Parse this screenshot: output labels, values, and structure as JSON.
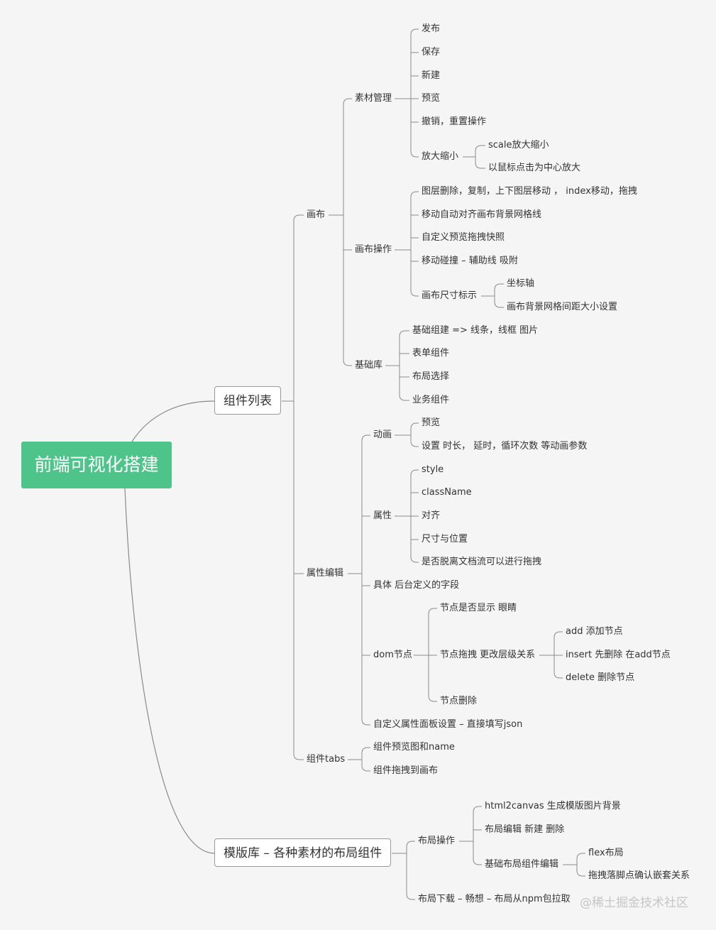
{
  "root": "前端可视化搭建",
  "branches": {
    "components": "组件列表",
    "templates": "模版库 – 各种素材的布局组件"
  },
  "canvas": {
    "label": "画布",
    "material": {
      "label": "素材管理",
      "items": [
        "发布",
        "保存",
        "新建",
        "预览",
        "撤销，重置操作"
      ],
      "zoom": {
        "label": "放大缩小",
        "items": [
          "scale放大缩小",
          "以鼠标点击为中心放大"
        ]
      }
    },
    "ops": {
      "label": "画布操作",
      "items": [
        "图层删除，复制，上下图层移动 ， index移动，拖拽",
        "移动自动对齐画布背景网格线",
        "自定义预览拖拽快照",
        "移动碰撞 – 辅助线 吸附"
      ],
      "size": {
        "label": "画布尺寸标示",
        "items": [
          "坐标轴",
          "画布背景网格间距大小设置"
        ]
      }
    },
    "base": {
      "label": "基础库",
      "items": [
        "基础组建   => 线条，线框 图片",
        "表单组件",
        "布局选择",
        "业务组件"
      ]
    }
  },
  "props": {
    "label": "属性编辑",
    "anim": {
      "label": "动画",
      "items": [
        "预览",
        "设置 时长， 延时，循环次数 等动画参数"
      ]
    },
    "attr": {
      "label": "属性",
      "items": [
        "style",
        "className",
        "对齐",
        "尺寸与位置",
        "是否脱离文档流可以进行拖拽"
      ]
    },
    "custom_fields": "具体 后台定义的字段",
    "dom": {
      "label": "dom节点",
      "visible": "节点是否显示 眼睛",
      "drag": {
        "label": "节点拖拽 更改层级关系",
        "items": [
          "add 添加节点",
          "insert 先删除 在add节点",
          "delete 删除节点"
        ]
      },
      "delete": "节点删除"
    },
    "panel": "自定义属性面板设置 – 直接填写json"
  },
  "tabs": {
    "label": "组件tabs",
    "items": [
      "组件预览图和name",
      "组件拖拽到画布"
    ]
  },
  "layout": {
    "ops": {
      "label": "布局操作",
      "items": [
        "html2canvas 生成模版图片背景",
        "布局编辑 新建 删除"
      ],
      "basic": {
        "label": "基础布局组件编辑",
        "items": [
          "flex布局",
          "拖拽落脚点确认嵌套关系"
        ]
      }
    },
    "download": "布局下载 – 畅想 – 布局从npm包拉取"
  },
  "watermark": "@稀土掘金技术社区",
  "colors": {
    "root_bg": "#4ec48b",
    "line": "#8a8a8a",
    "background": "#f5f5f5"
  }
}
